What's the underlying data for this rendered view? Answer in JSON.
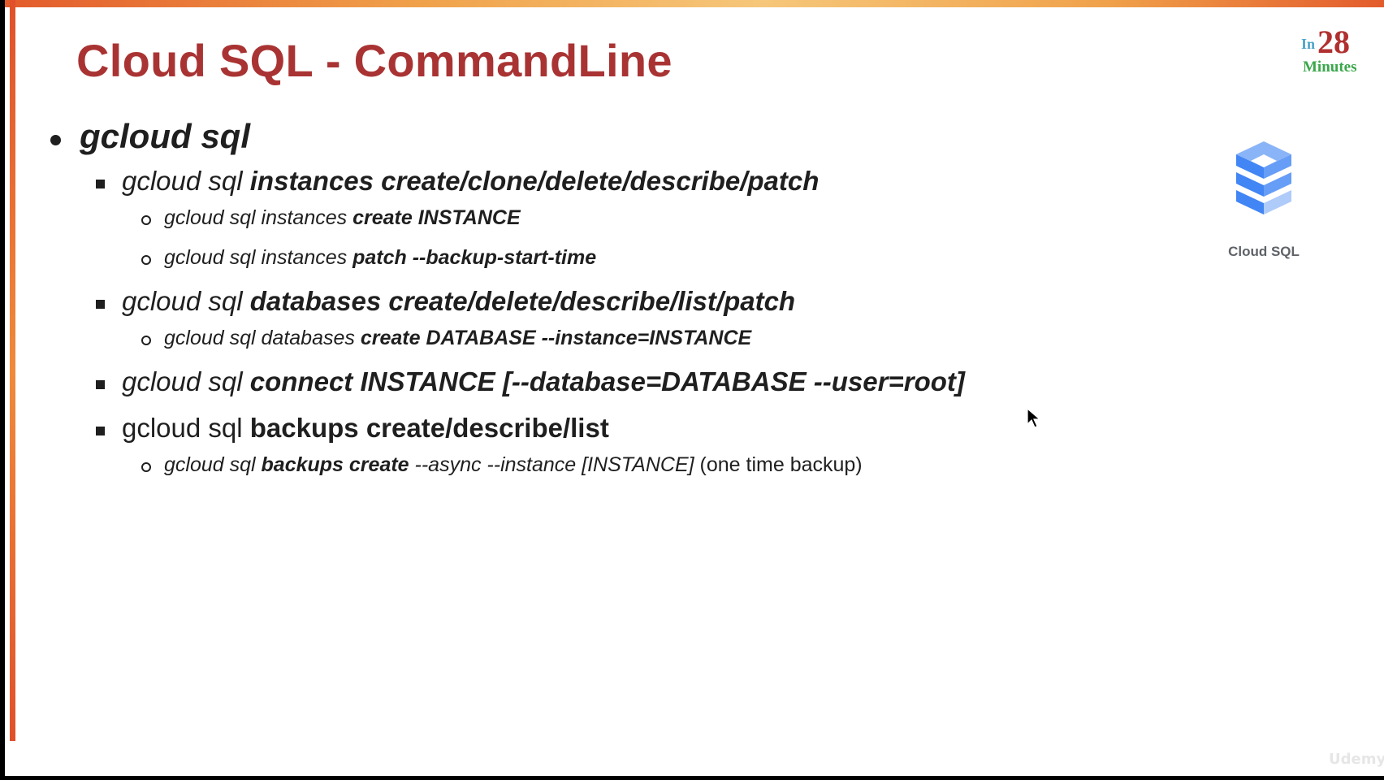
{
  "slide": {
    "title": "Cloud SQL - CommandLine",
    "brand": {
      "in": "In",
      "number": "28",
      "minutes": "Minutes"
    },
    "product_label": "Cloud SQL",
    "colors": {
      "title": "#a93333",
      "brand_in": "#4aa3c8",
      "brand_number": "#b0302f",
      "brand_minutes": "#3aa74a",
      "accent_bar": "#e35b2c",
      "icon_blue": "#4285f4"
    },
    "watermark": "Udemy",
    "bullets": {
      "main": "gcloud sql",
      "instances": {
        "prefix": "gcloud sql ",
        "cmd": "instances create/clone/delete/describe/patch",
        "sub1_prefix": "gcloud sql instances ",
        "sub1_cmd": "create INSTANCE",
        "sub2_prefix": "gcloud sql instances ",
        "sub2_cmd": "patch --backup-start-time"
      },
      "databases": {
        "prefix": "gcloud sql ",
        "cmd": "databases create/delete/describe/list/patch",
        "sub1_prefix": "gcloud sql databases ",
        "sub1_cmd": "create DATABASE --instance=INSTANCE"
      },
      "connect": {
        "prefix": "gcloud sql ",
        "cmd": "connect INSTANCE [--database=DATABASE --user=root]"
      },
      "backups": {
        "prefix": "gcloud sql ",
        "cmd": "backups create/describe/list",
        "sub1_prefix": "gcloud sql ",
        "sub1_cmd": "backups create",
        "sub1_args": " --async --instance [INSTANCE]",
        "sub1_note": " (one time backup)"
      }
    }
  }
}
